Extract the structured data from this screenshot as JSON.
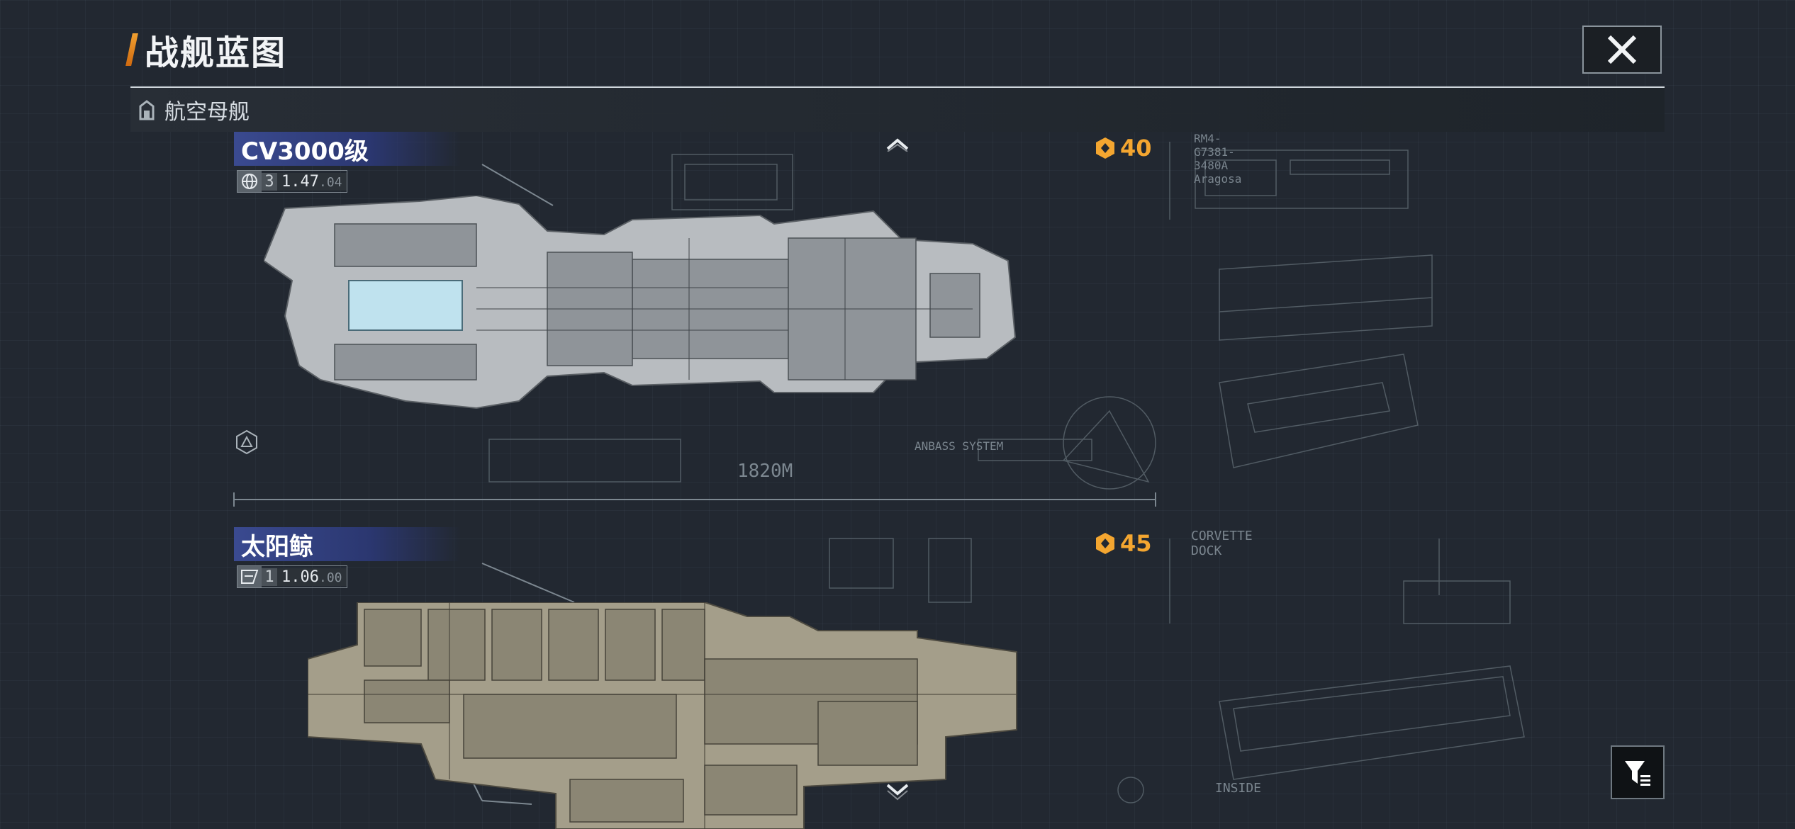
{
  "header": {
    "title": "战舰蓝图",
    "close_icon": "close-icon"
  },
  "category": {
    "label": "航空母舰",
    "icon": "hangar-icon"
  },
  "ships": [
    {
      "name": "CV3000级",
      "stat_icon": "globe-icon",
      "level": "3",
      "value": "1.47",
      "value_suffix": ".04",
      "cost": "40",
      "cost_icon": "blueprint-token-icon",
      "length_label": "1820M",
      "blueprint_caption": "ANBASS SYSTEM",
      "model_label": "RM4-G7381-3480A Aragosa",
      "hull_color": "#b8bcc0"
    },
    {
      "name": "太阳鲸",
      "stat_icon": "faction-icon",
      "level": "1",
      "value": "1.06",
      "value_suffix": ".00",
      "cost": "45",
      "cost_icon": "blueprint-token-icon",
      "dock_label": "CORVETTE DOCK",
      "inside_label": "INSIDE",
      "hull_color": "#a49e8a"
    }
  ],
  "controls": {
    "scroll_up_icon": "chevron-up-icon",
    "scroll_down_icon": "chevron-down-icon",
    "filter_icon": "filter-icon",
    "view_toggle_icon": "triangle-icon"
  },
  "colors": {
    "accent_orange": "#f4a630",
    "name_tag_blue": "#3a4a90",
    "background": "#222831"
  }
}
